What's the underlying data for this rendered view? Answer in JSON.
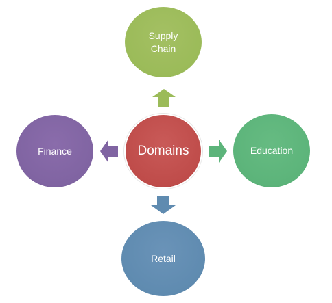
{
  "diagram": {
    "center": {
      "label": "Domains",
      "color": "#c0504d"
    },
    "nodes": {
      "top": {
        "label": "Supply\nChain",
        "color": "#9bbb59"
      },
      "left": {
        "label": "Finance",
        "color": "#8064a2"
      },
      "right": {
        "label": "Education",
        "color": "#5cb47a"
      },
      "bottom": {
        "label": "Retail",
        "color": "#5f8bb0"
      }
    }
  }
}
